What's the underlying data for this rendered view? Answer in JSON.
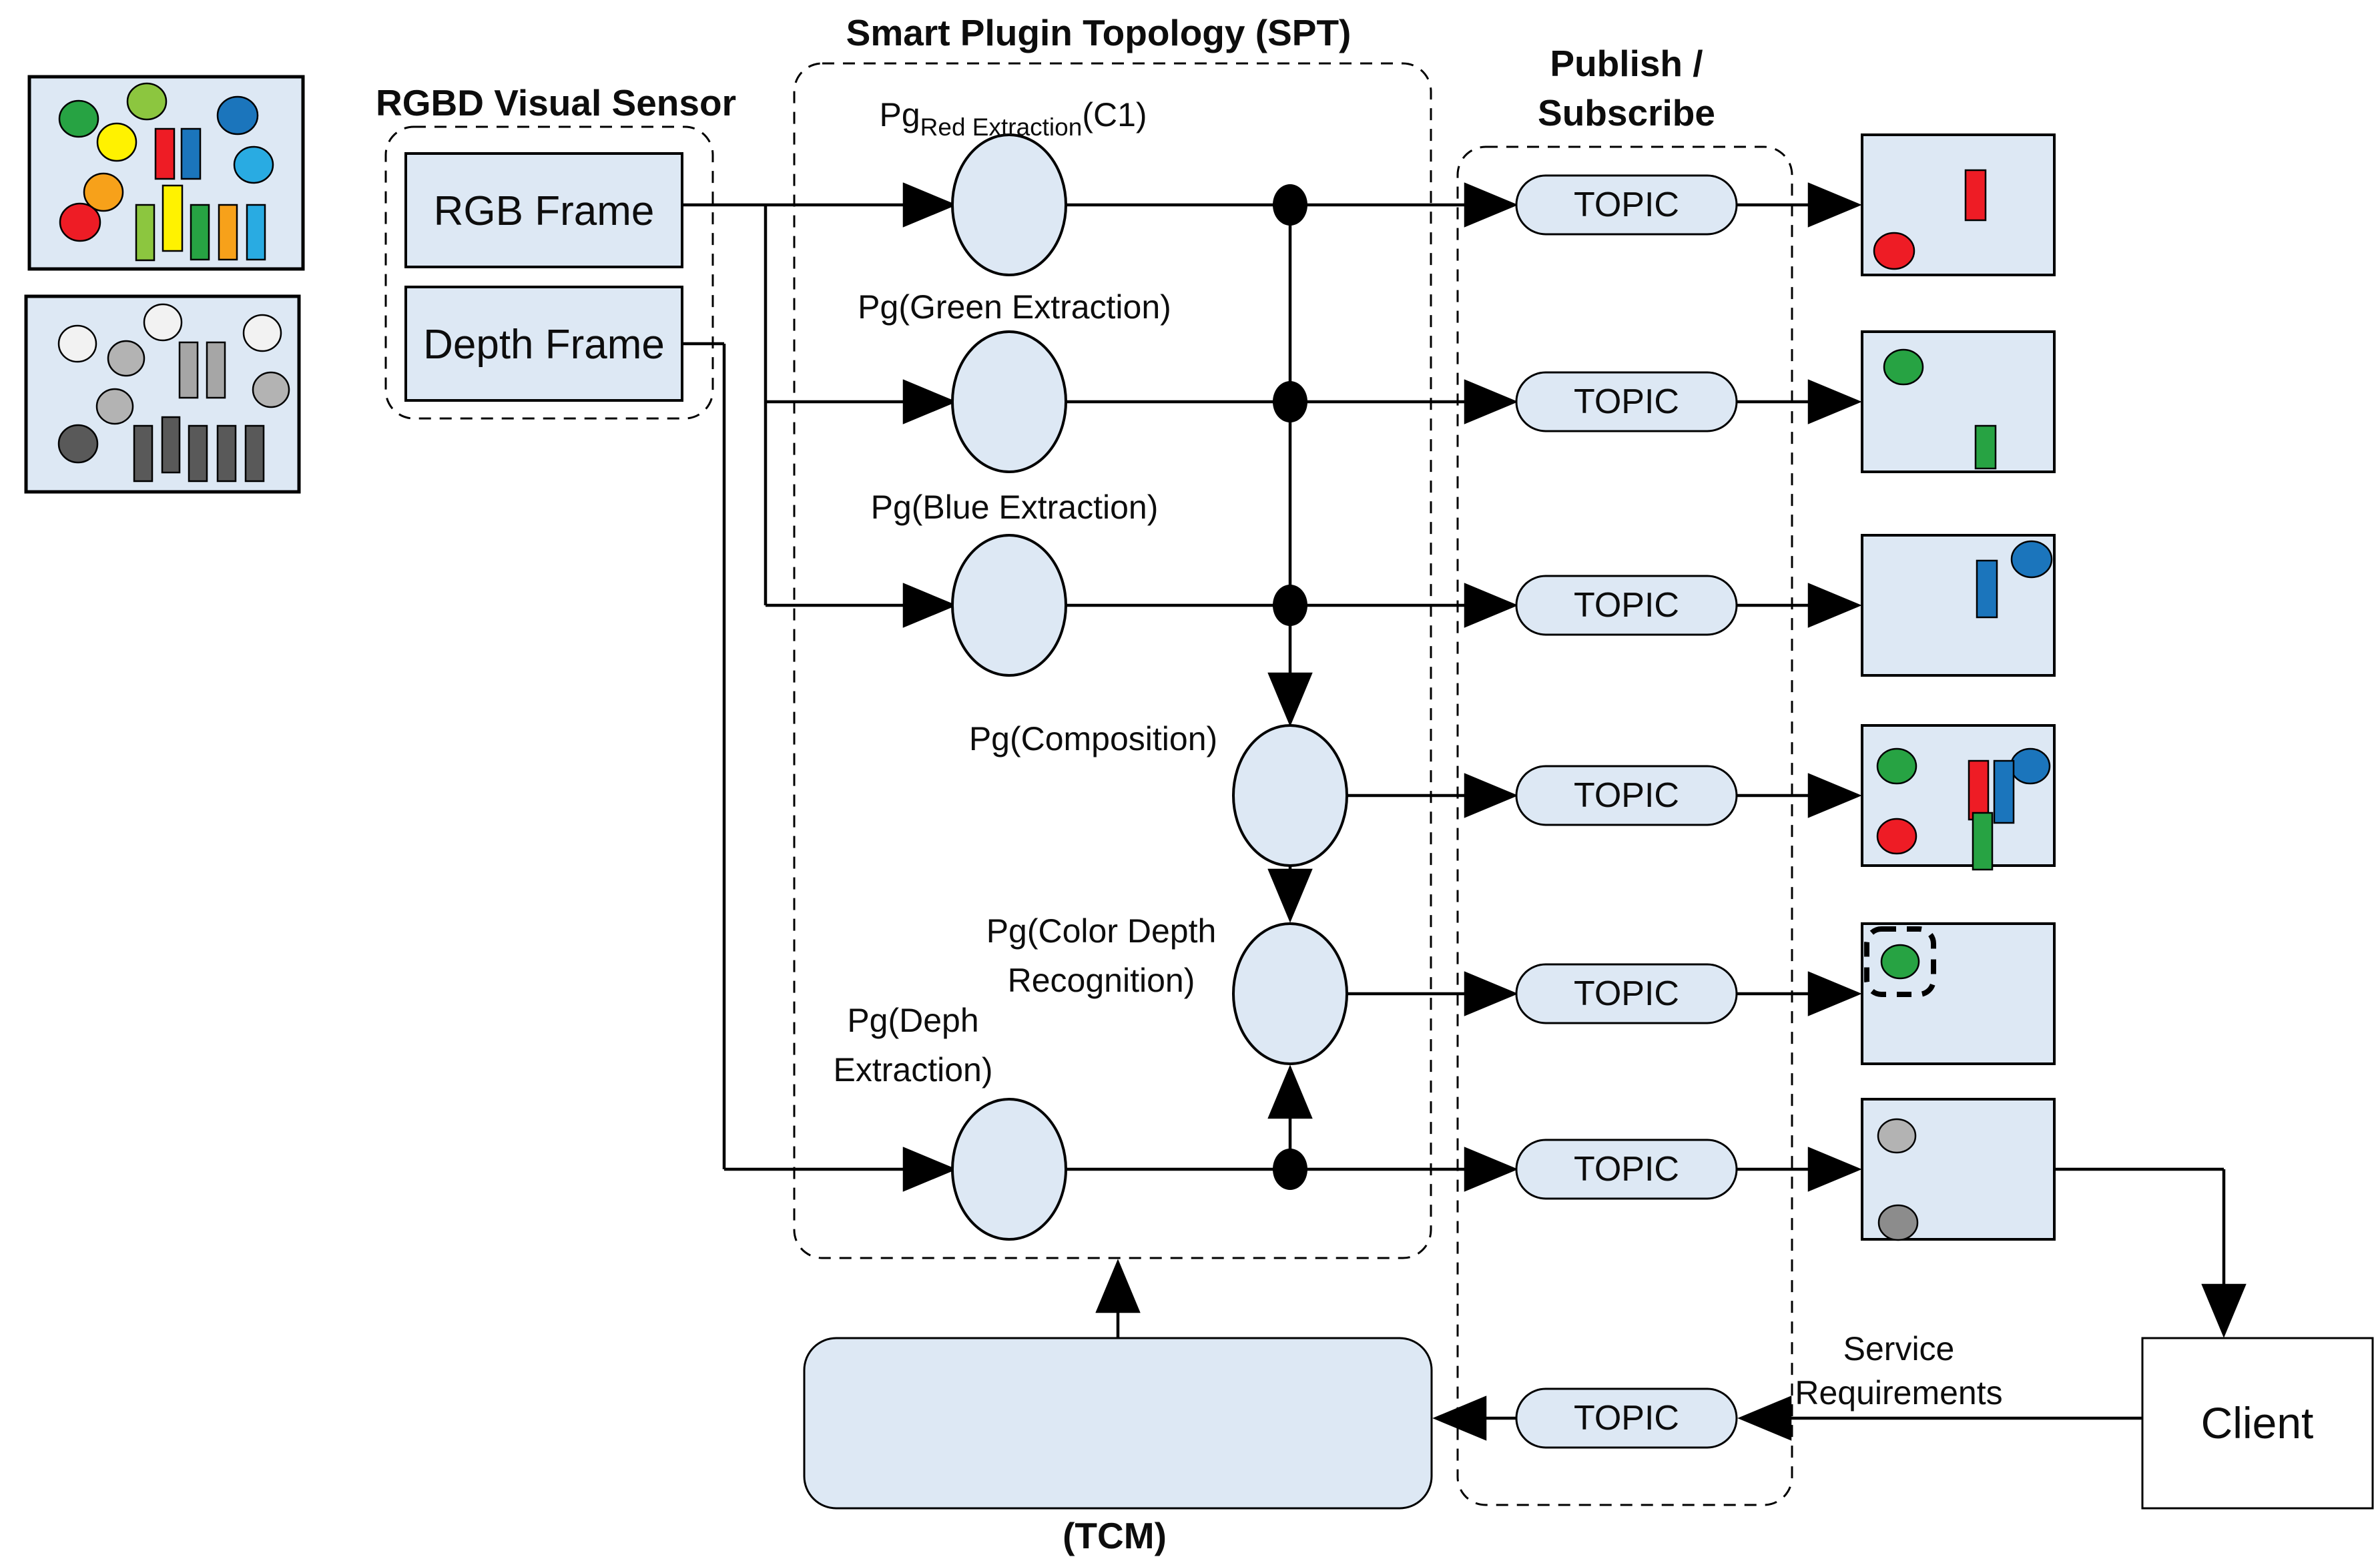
{
  "titles": {
    "rgbd_sensor": "RGBD Visual Sensor",
    "spt": "Smart Plugin Topology (SPT)",
    "pubsub_line1": "Publish /",
    "pubsub_line2": "Subscribe"
  },
  "sensor": {
    "rgb_frame": "RGB Frame",
    "depth_frame": "Depth Frame"
  },
  "plugins": {
    "red_prefix": "Pg",
    "red_subscript": "Red Extraction",
    "red_suffix": "(C1)",
    "green": "Pg(Green Extraction)",
    "blue": "Pg(Blue Extraction)",
    "composition": "Pg(Composition)",
    "color_depth_line1": "Pg(Color Depth",
    "color_depth_line2": "Recognition)",
    "depth_line1": "Pg(Deph",
    "depth_line2": "Extraction)"
  },
  "topics": [
    {
      "label": "TOPIC"
    },
    {
      "label": "TOPIC"
    },
    {
      "label": "TOPIC"
    },
    {
      "label": "TOPIC"
    },
    {
      "label": "TOPIC"
    },
    {
      "label": "TOPIC"
    },
    {
      "label": "TOPIC"
    }
  ],
  "tcm": {
    "label": "(TCM)"
  },
  "client": {
    "label": "Client"
  },
  "service_requirements": {
    "line1": "Service",
    "line2": "Requirements"
  },
  "colors": {
    "panel": "#dde8f4",
    "client_fill": "#ffffff",
    "red": "#ee1c25",
    "green": "#27a343",
    "light_green": "#8cc63f",
    "blue": "#1b75bc",
    "cyan": "#29abe2",
    "yellow": "#fff200",
    "orange": "#f7a11a",
    "near_white": "#f2f2f2",
    "light_gray": "#b3b3b3",
    "mid_gray": "#a6a6a6",
    "dark_gray": "#595959",
    "gray2": "#8c8c8c",
    "line": "#000000"
  }
}
